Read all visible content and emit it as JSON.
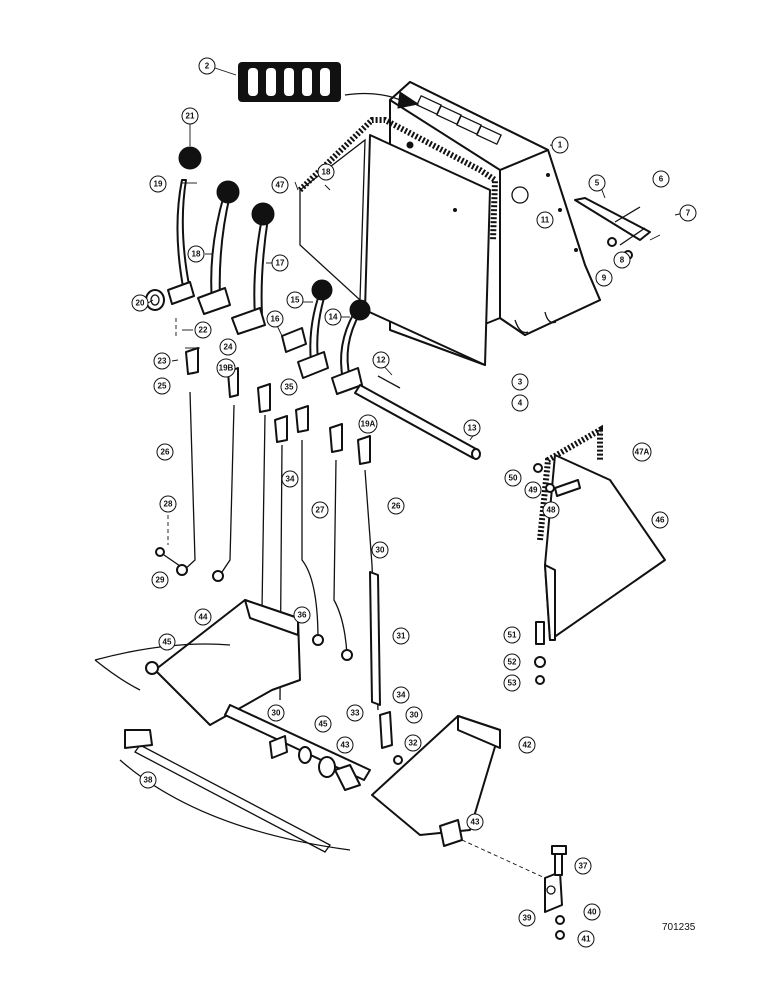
{
  "figure_id": "701235",
  "callouts": [
    "1",
    "2",
    "3",
    "4",
    "5",
    "6",
    "7",
    "8",
    "9",
    "11",
    "12",
    "13",
    "14",
    "15",
    "16",
    "17",
    "18",
    "19",
    "19A",
    "19B",
    "20",
    "21",
    "22",
    "23",
    "24",
    "25",
    "26",
    "27",
    "28",
    "29",
    "30",
    "31",
    "32",
    "33",
    "34",
    "35",
    "36",
    "37",
    "38",
    "39",
    "40",
    "41",
    "42",
    "43",
    "44",
    "45",
    "46",
    "47",
    "47A",
    "48",
    "49",
    "50",
    "51",
    "52",
    "53"
  ]
}
